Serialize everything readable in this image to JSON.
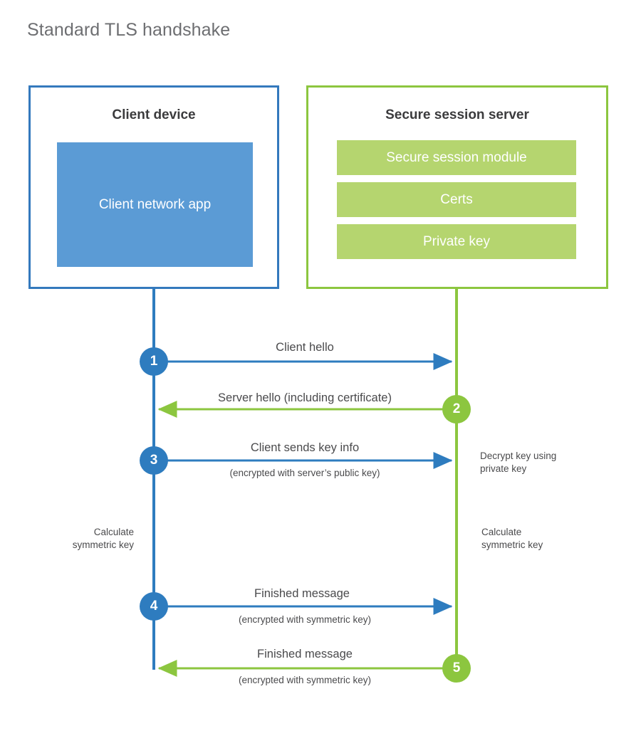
{
  "title": "Standard TLS handshake",
  "colors": {
    "client_blue_border": "#3479bd",
    "client_blue_fill": "#5b9bd5",
    "client_line": "#2e7cbf",
    "server_green_border": "#8cc63f",
    "server_green_fill": "#b5d56f",
    "server_line": "#8cc63f",
    "title_gray": "#6d6e71",
    "text_gray": "#4a4a4c"
  },
  "client": {
    "title": "Client device",
    "app_label": "Client network app"
  },
  "server": {
    "title": "Secure session server",
    "components": [
      {
        "label": "Secure session module"
      },
      {
        "label": "Certs"
      },
      {
        "label": "Private key"
      }
    ]
  },
  "steps": [
    {
      "number": "1",
      "label": "Client hello",
      "sublabel": "",
      "direction": "client-to-server",
      "color": "blue"
    },
    {
      "number": "2",
      "label": "Server hello (including certificate)",
      "sublabel": "",
      "direction": "server-to-client",
      "color": "green"
    },
    {
      "number": "3",
      "label": "Client sends key info",
      "sublabel": "(encrypted with server’s public key)",
      "direction": "client-to-server",
      "color": "blue"
    },
    {
      "number": "4",
      "label": "Finished message",
      "sublabel": "(encrypted with symmetric key)",
      "direction": "client-to-server",
      "color": "blue"
    },
    {
      "number": "5",
      "label": "Finished message",
      "sublabel": "(encrypted with symmetric key)",
      "direction": "server-to-client",
      "color": "green"
    }
  ],
  "annotations": {
    "server_decrypt": "Decrypt key using\nprivate key",
    "client_calculate": "Calculate\nsymmetric key",
    "server_calculate": "Calculate\nsymmetric key"
  }
}
